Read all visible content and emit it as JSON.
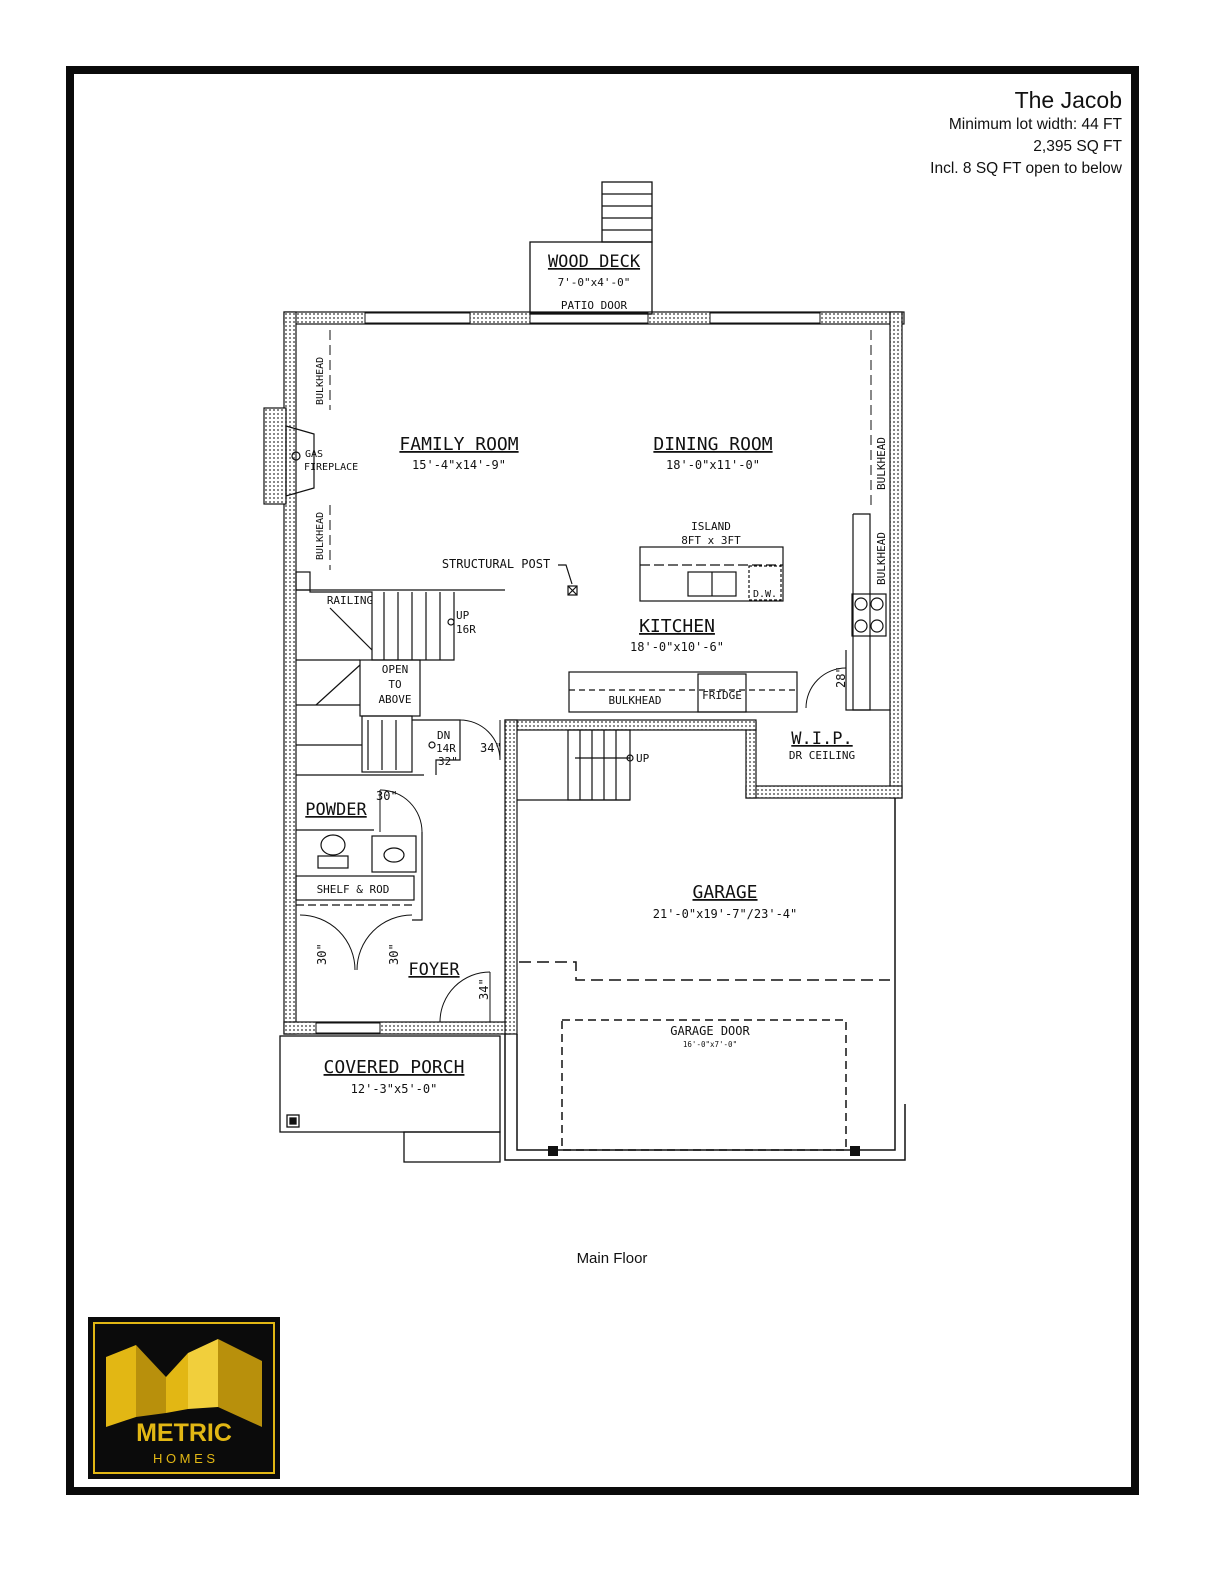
{
  "header": {
    "title": "The Jacob",
    "lot_width": "Minimum lot width: 44 FT",
    "sqft": "2,395 SQ FT",
    "open_below": "Incl. 8 SQ FT open to below"
  },
  "caption": "Main Floor",
  "rooms": {
    "wood_deck": {
      "name": "WOOD DECK",
      "dims": "7'-0\"x4'-0\""
    },
    "patio_door": "PATIO DOOR",
    "family_room": {
      "name": "FAMILY ROOM",
      "dims": "15'-4\"x14'-9\""
    },
    "dining_room": {
      "name": "DINING ROOM",
      "dims": "18'-0\"x11'-0\""
    },
    "kitchen": {
      "name": "KITCHEN",
      "dims": "18'-0\"x10'-6\""
    },
    "garage": {
      "name": "GARAGE",
      "dims": "21'-0\"x19'-7\"/23'-4\""
    },
    "covered_porch": {
      "name": "COVERED PORCH",
      "dims": "12'-3\"x5'-0\""
    },
    "powder": "POWDER",
    "foyer": "FOYER",
    "wip": {
      "name": "W.I.P.",
      "note": "DR CEILING"
    }
  },
  "labels": {
    "bulkhead": "BULKHEAD",
    "gas": "GAS",
    "fireplace": "FIREPLACE",
    "island": "ISLAND",
    "island_dims": "8FT x 3FT",
    "dw": "D.W.",
    "structural_post": "STRUCTURAL POST",
    "railing": "RAILING",
    "up": "UP",
    "up_risers": "16R",
    "open1": "OPEN",
    "open2": "TO",
    "open3": "ABOVE",
    "dn": "DN",
    "dn_risers": "14R",
    "fridge": "FRIDGE",
    "shelf_rod": "SHELF & ROD",
    "garage_door": "GARAGE DOOR",
    "garage_door_dims": "16'-0\"x7'-0\"",
    "d28": "28\"",
    "d34": "34\"",
    "d32": "32\"",
    "d30": "30\""
  },
  "logo": {
    "brand": "METRIC",
    "sub": "H O M E S",
    "colors": {
      "gold": "#e2b714",
      "black": "#0b0b0b"
    }
  }
}
